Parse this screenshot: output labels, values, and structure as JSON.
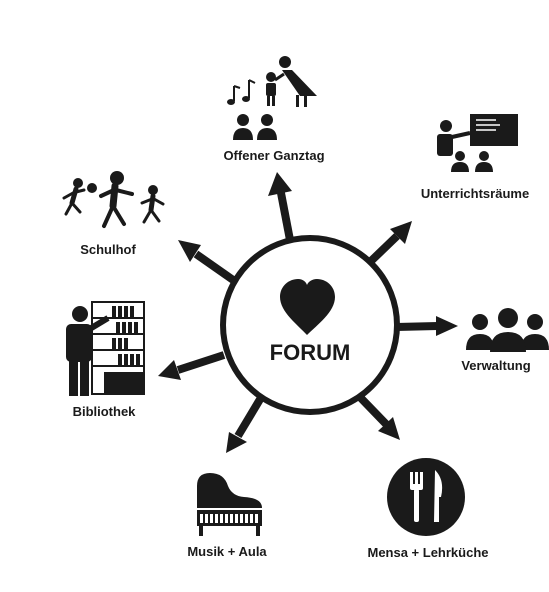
{
  "center": {
    "label": "FORUM",
    "icon": "heart-icon"
  },
  "nodes": [
    {
      "id": "offener-ganztag",
      "label": "Offener Ganztag",
      "icon": "family-music-icon"
    },
    {
      "id": "unterrichtsraeume",
      "label": "Unterrichtsräume",
      "icon": "classroom-icon"
    },
    {
      "id": "verwaltung",
      "label": "Verwaltung",
      "icon": "people-group-icon"
    },
    {
      "id": "mensa",
      "label": "Mensa + Lehrküche",
      "icon": "fork-knife-icon"
    },
    {
      "id": "musik",
      "label": "Musik + Aula",
      "icon": "piano-icon"
    },
    {
      "id": "bibliothek",
      "label": "Bibliothek",
      "icon": "library-icon"
    },
    {
      "id": "schulhof",
      "label": "Schulhof",
      "icon": "playing-children-icon"
    }
  ],
  "colors": {
    "ink": "#1a1a1a",
    "background": "#ffffff"
  }
}
